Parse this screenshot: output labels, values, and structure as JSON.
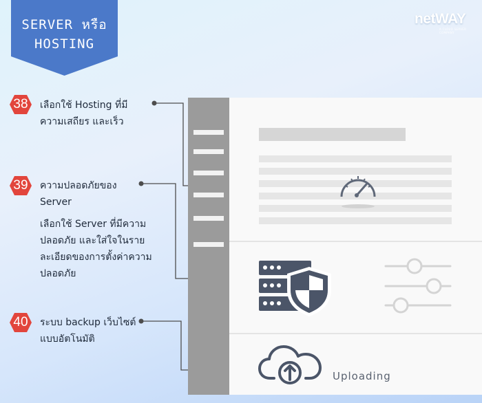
{
  "banner": {
    "line1": "SERVER หรือ",
    "line2": "HOSTING",
    "color": "#4b79c9"
  },
  "logo": {
    "text": "netWAY",
    "tagline": "A CLOUD SERVER COMPANY"
  },
  "items": [
    {
      "number": "38",
      "title1": "เลือกใช้ Hosting ที่มี",
      "title2": "ความเสถียร และเร็ว"
    },
    {
      "number": "39",
      "title1": "ความปลอดภัยของ",
      "title2": "Server",
      "desc1": "เลือกใช้ Server ที่มีความ",
      "desc2": "ปลอดภัย และใส่ใจในราย",
      "desc3": "ละเอียดของการตั้งค่าความ",
      "desc4": "ปลอดภัย"
    },
    {
      "number": "40",
      "title1": "ระบบ backup เว็บไซต์",
      "title2": "แบบอัตโนมัติ"
    }
  ],
  "badge_color": "#e2453c",
  "icons": [
    "speedometer-icon",
    "server-icon",
    "shield-icon",
    "sliders-icon",
    "cloud-upload-icon"
  ],
  "upload_label": "Uploading",
  "accent_dark": "#4b5568"
}
